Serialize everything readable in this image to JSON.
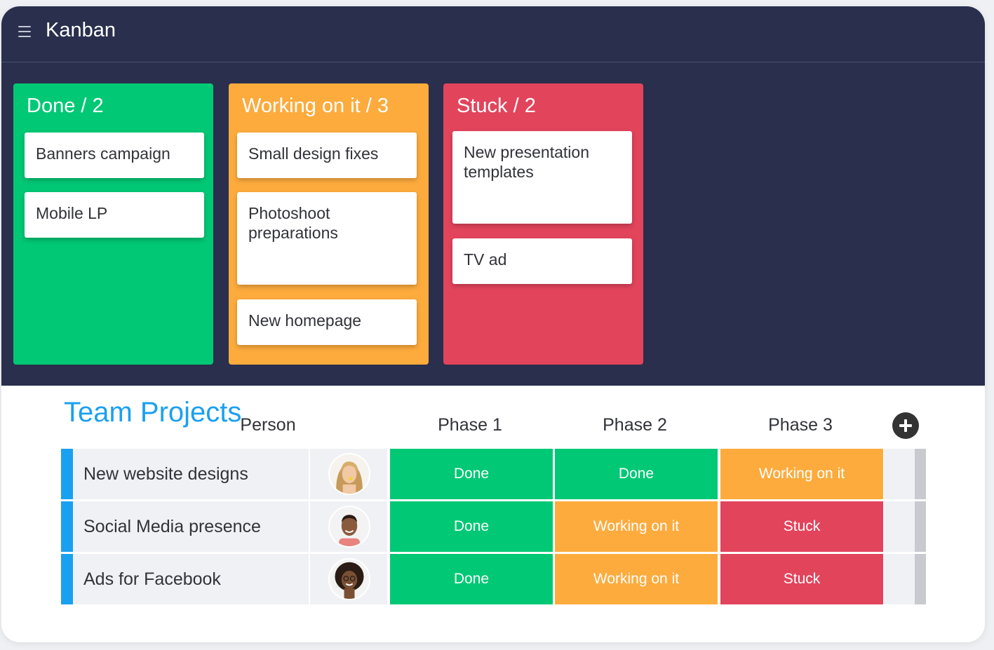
{
  "app": {
    "title": "Kanban"
  },
  "kanban": {
    "columns": [
      {
        "title": "Done / 2",
        "color": "#00c875",
        "cards": [
          "Banners campaign",
          "Mobile LP"
        ]
      },
      {
        "title": "Working on it / 3",
        "color": "#fdab3d",
        "cards": [
          "Small design fixes",
          "Photoshoot preparations",
          "New homepage"
        ]
      },
      {
        "title": "Stuck / 2",
        "color": "#e2445c",
        "cards": [
          "New presentation templates",
          "TV ad"
        ]
      }
    ]
  },
  "projects": {
    "title": "Team Projects",
    "headers": [
      "Person",
      "Phase 1",
      "Phase 2",
      "Phase 3"
    ],
    "rows": [
      {
        "name": "New website designs",
        "avatar": "woman-blonde-avatar",
        "phases": [
          "Done",
          "Done",
          "Working on it"
        ]
      },
      {
        "name": "Social Media presence",
        "avatar": "man-smiling-avatar",
        "phases": [
          "Done",
          "Working on it",
          "Stuck"
        ]
      },
      {
        "name": "Ads for Facebook",
        "avatar": "woman-curly-hair-avatar",
        "phases": [
          "Done",
          "Working on it",
          "Stuck"
        ]
      }
    ]
  },
  "colors": {
    "background_dark": "#292f4c",
    "done": "#00c875",
    "working": "#fdab3d",
    "stuck": "#e2445c",
    "accent_blue": "#1aa0f0"
  },
  "icons": {
    "menu": "hamburger-menu-icon",
    "add": "plus-circle-icon"
  }
}
